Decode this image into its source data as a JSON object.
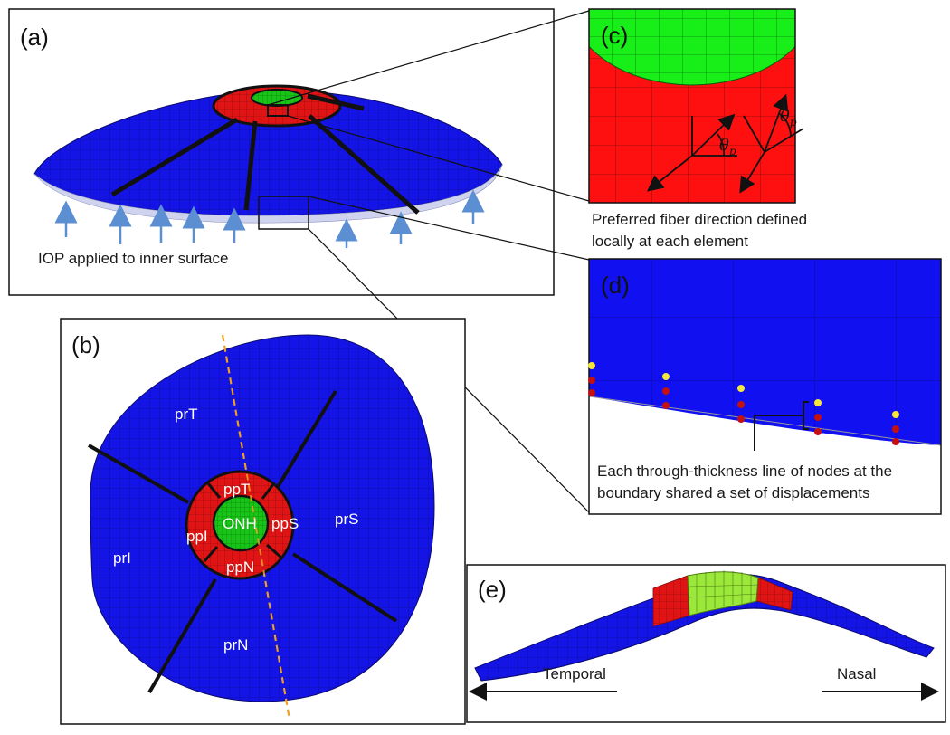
{
  "panels": {
    "a": {
      "label": "(a)",
      "caption": "IOP applied to inner surface"
    },
    "b": {
      "label": "(b)",
      "regions": {
        "prT": "prT",
        "prS": "prS",
        "prI": "prI",
        "prN": "prN",
        "ppT": "ppT",
        "ppS": "ppS",
        "ppI": "ppI",
        "ppN": "ppN",
        "onh": "ONH"
      }
    },
    "c": {
      "label": "(c)",
      "theta_symbol": "θ",
      "theta_subscript": "p",
      "caption_line1": "Preferred fiber direction defined",
      "caption_line2": "locally at each element"
    },
    "d": {
      "label": "(d)",
      "caption_line1": "Each through-thickness line of nodes at the",
      "caption_line2": "boundary shared a set of displacements"
    },
    "e": {
      "label": "(e)",
      "left_direction": "Temporal",
      "right_direction": "Nasal"
    }
  },
  "colors": {
    "peripapillary_sclera": "#1414e6",
    "peripapillary_ring": "#e01414",
    "optic_nerve_head": "#18c418",
    "lamina_highlight": "#9be83a",
    "iop_arrow": "#5b8fd1",
    "meridian_line": "#f0a020",
    "node_yellow": "#f5e63a",
    "node_red": "#c41010"
  }
}
